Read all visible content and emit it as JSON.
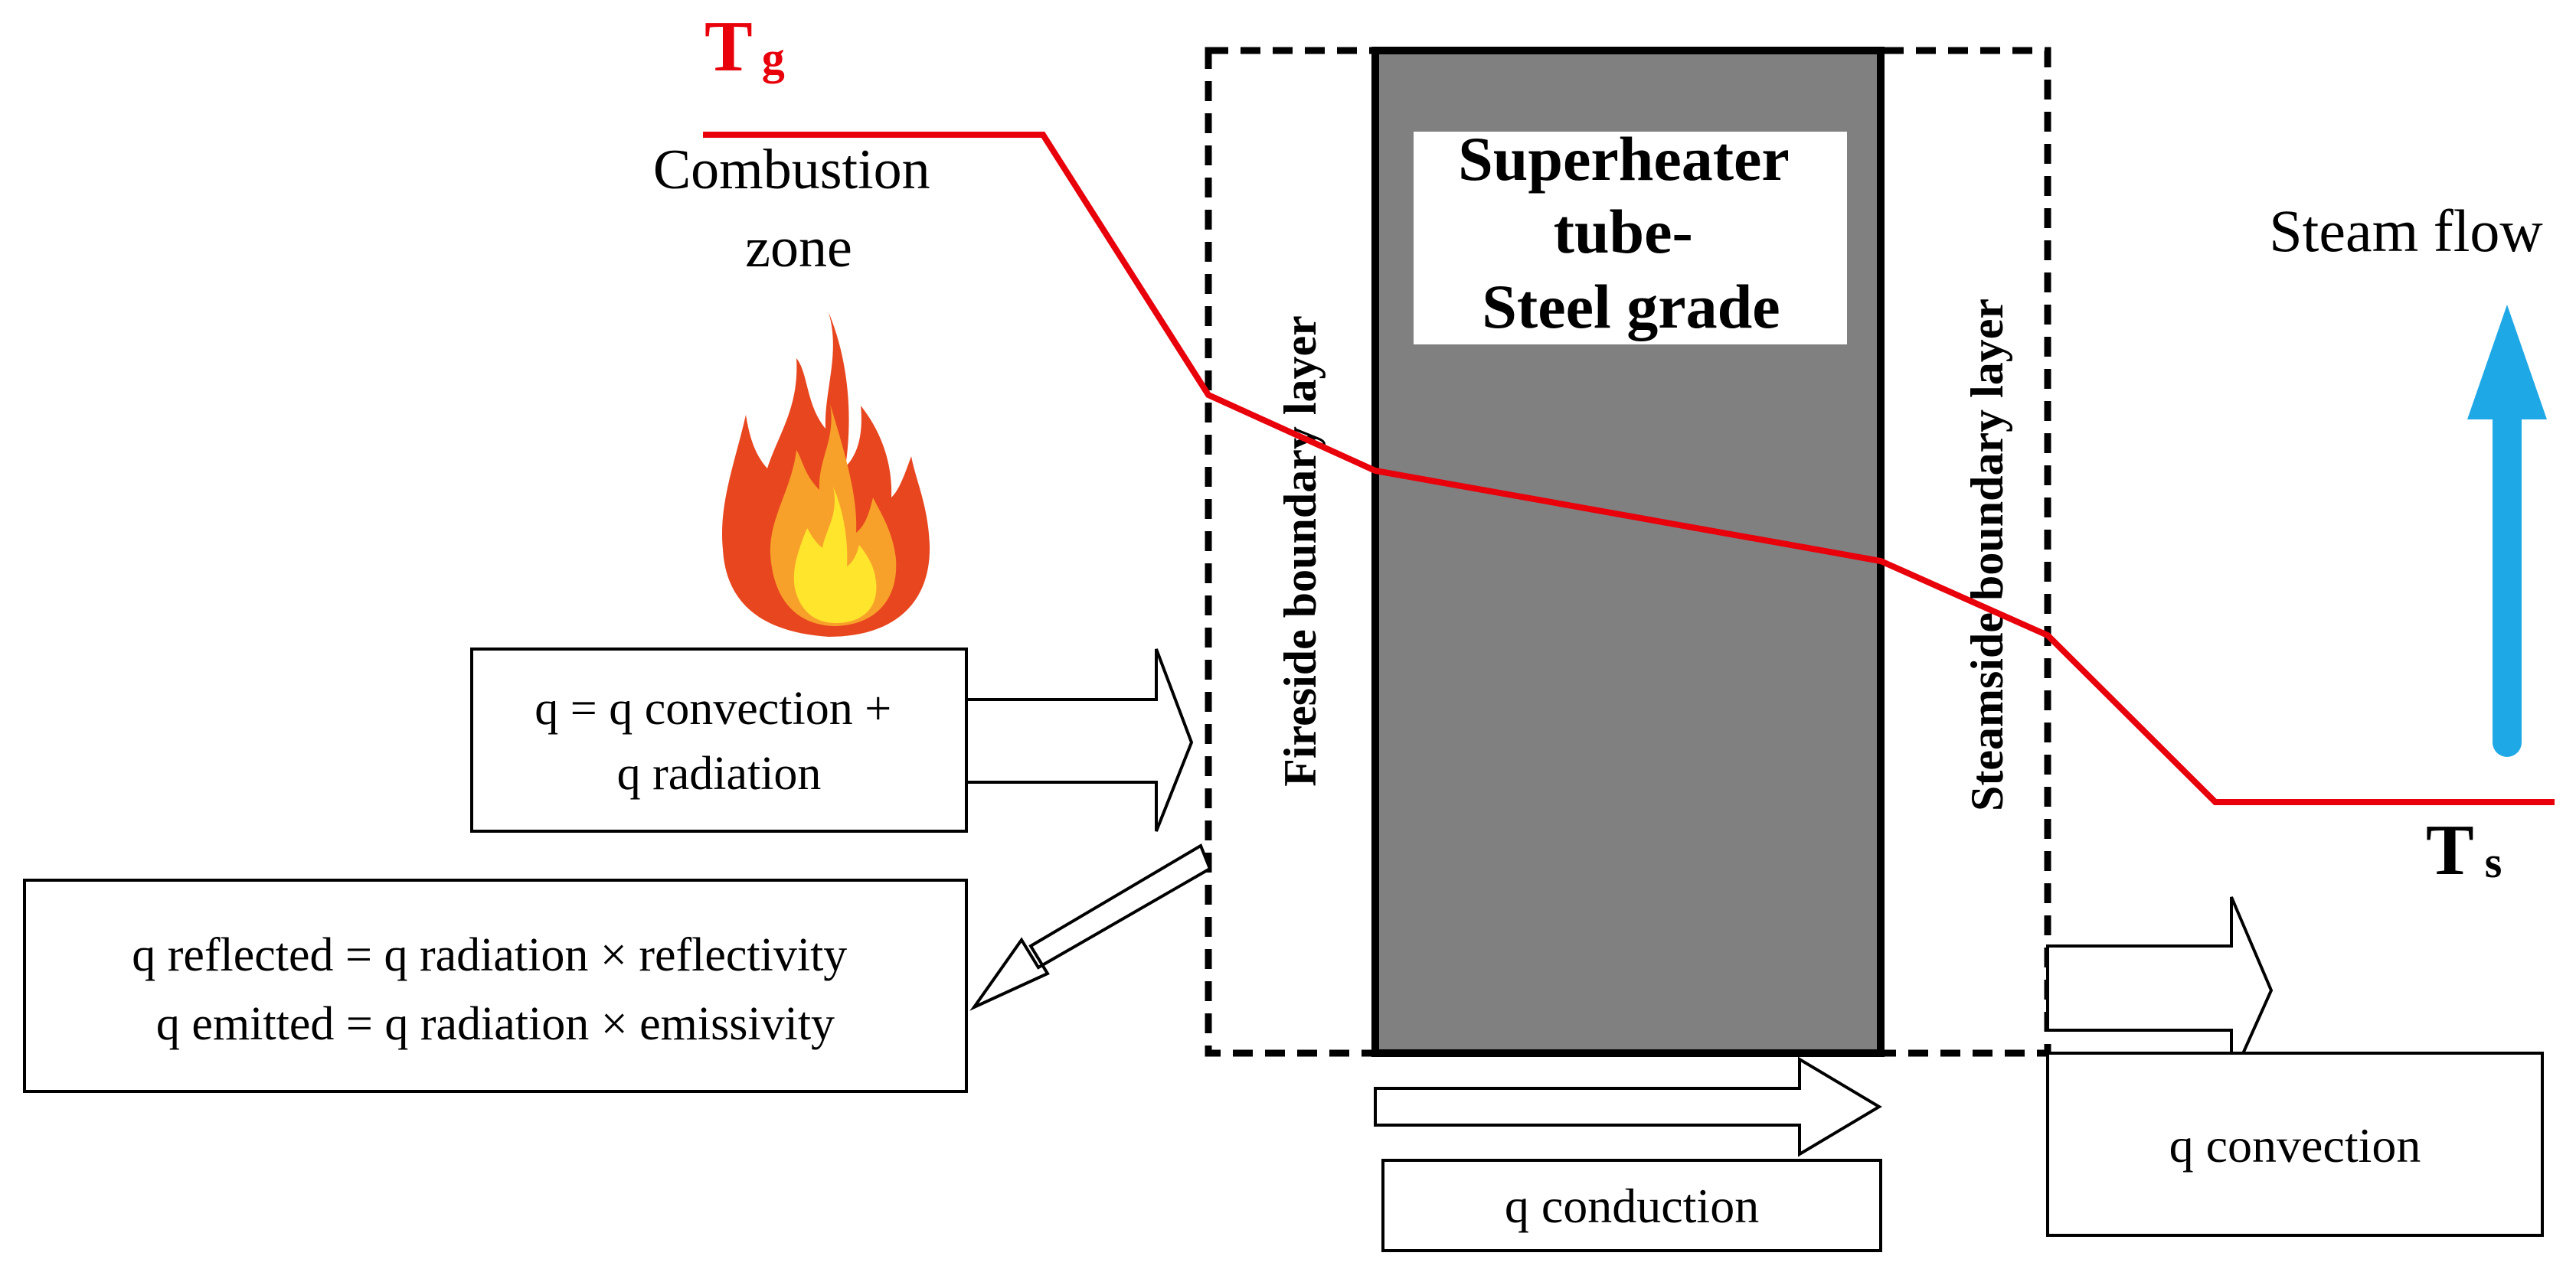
{
  "gas_temperature": {
    "symbol": "T",
    "subscript": "g"
  },
  "steam_temperature": {
    "symbol": "T",
    "subscript": "s"
  },
  "combustion_zone": {
    "line1": "Combustion",
    "line2": "zone"
  },
  "fireside_layer": {
    "label": "Fireside boundary layer"
  },
  "tube": {
    "line1": "Superheater",
    "line2": "tube-",
    "line3": "Steel grade"
  },
  "steamside_layer": {
    "label": "Steamside boundary layer"
  },
  "steam_flow": {
    "label": "Steam flow"
  },
  "heat_input": {
    "line1": "q = q convection +",
    "line2": "q radiation"
  },
  "reflected_emitted": {
    "line1": "q reflected = q radiation × reflectivity",
    "line2": "q emitted = q radiation × emissivity"
  },
  "conduction": {
    "label": "q conduction"
  },
  "convection": {
    "label": "q convection"
  },
  "colors": {
    "temperature_profile": "#e8000b",
    "tube_fill": "#808080",
    "steam_arrow": "#1fa8e6",
    "flame_outer": "#e8461f",
    "flame_middle": "#f8a12a",
    "flame_inner": "#ffe52c"
  },
  "icons": [
    "fire-icon",
    "steam-flow-arrow-icon",
    "heat-flow-arrow-icon"
  ]
}
